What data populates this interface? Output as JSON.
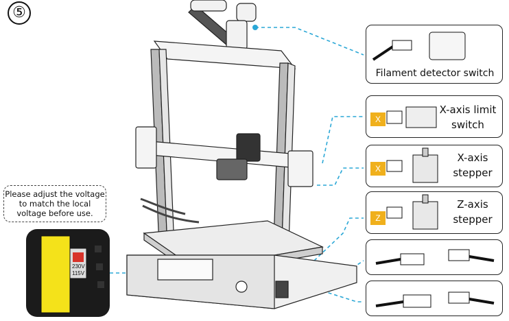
{
  "step_number": "⑤",
  "voltage_note": {
    "line1": "Please adjust the voltage",
    "line2": "to match the local",
    "line3": "voltage before use."
  },
  "switch_label": {
    "v230": "230V",
    "v115": "115V"
  },
  "callouts": {
    "filament_detector": "Filament detector switch",
    "x_limit_line1": "X-axis limit",
    "x_limit_line2": "switch",
    "x_stepper_line1": "X-axis",
    "x_stepper_line2": "stepper",
    "z_stepper_line1": "Z-axis",
    "z_stepper_line2": "stepper"
  },
  "tags": {
    "x_tag": "X",
    "x_tag2": "X",
    "z_tag": "Z"
  },
  "colors": {
    "leader_line": "#2aa7d6",
    "tag_yellow": "#f0b01c",
    "switch_red": "#d8332a",
    "label_yellow": "#f4e21a"
  }
}
